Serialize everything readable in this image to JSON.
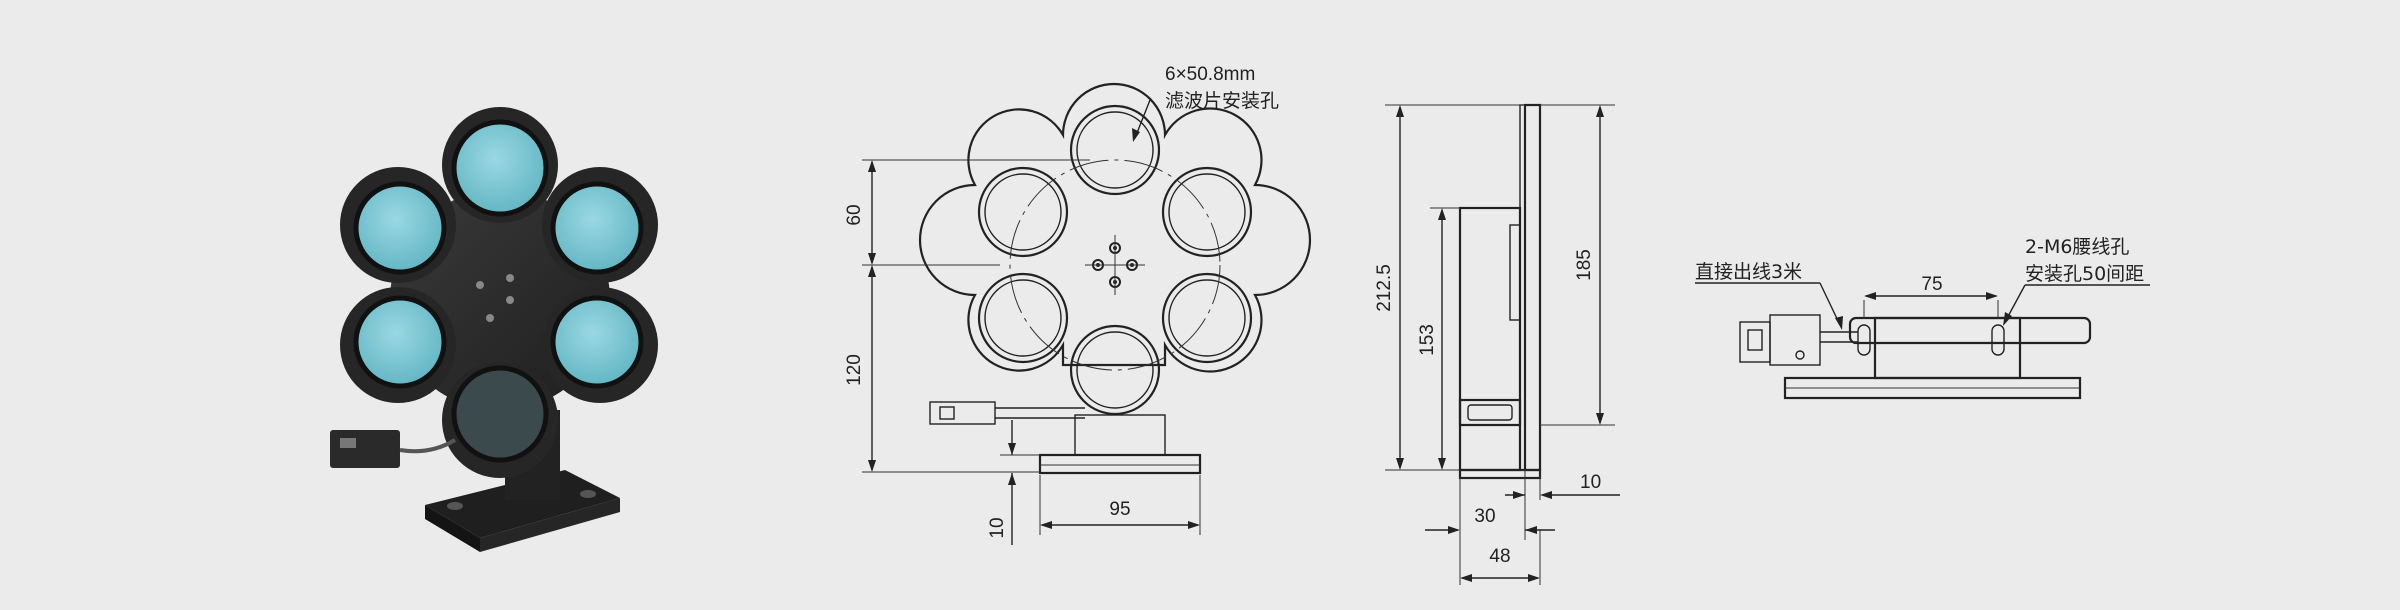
{
  "front_view": {
    "filter_spec": "6×50.8mm",
    "filter_hole_label": "滤波片安装孔",
    "dim_upper": "60",
    "dim_lower": "120",
    "dim_base_thickness": "10",
    "dim_base_width": "95"
  },
  "side_view": {
    "dim_total_height": "212.5",
    "dim_body_height": "153",
    "dim_plate_height": "185",
    "dim_plate_thickness": "10",
    "dim_body_depth": "30",
    "dim_total_depth": "48"
  },
  "top_view": {
    "cable_note": "直接出线3米",
    "slot_note": "2-M6腰线孔",
    "spacing_note": "安装孔50间距",
    "dim_slot_span": "75"
  },
  "colors": {
    "body": "#2b2b2b",
    "filter": "#7cc7d3",
    "line": "#222222"
  }
}
